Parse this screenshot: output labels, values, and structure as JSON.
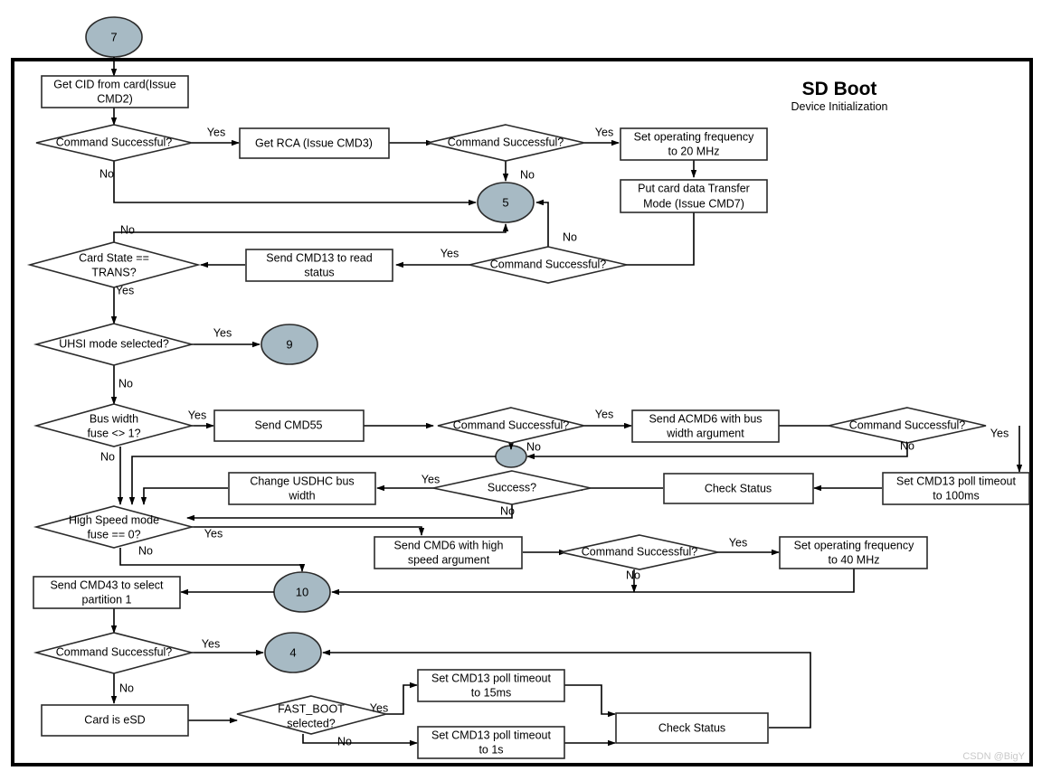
{
  "title": "SD Boot",
  "subtitle": "Device Initialization",
  "watermark": "CSDN @BigY",
  "colors": {
    "connector_fill": "#a7bac4",
    "stroke": "#2b2b2b",
    "frame": "#000000",
    "background": "#ffffff"
  },
  "connectors": [
    {
      "id": "c7",
      "label": "7"
    },
    {
      "id": "c5",
      "label": "5"
    },
    {
      "id": "c9",
      "label": "9"
    },
    {
      "id": "cdot",
      "label": ""
    },
    {
      "id": "c10",
      "label": "10"
    },
    {
      "id": "c4",
      "label": "4"
    }
  ],
  "nodes": [
    {
      "id": "n_get_cid",
      "type": "process",
      "line1": "Get CID from card(Issue",
      "line2": "CMD2)"
    },
    {
      "id": "n_cmd_ok_1",
      "type": "decision",
      "line1": "Command Successful?",
      "line2": ""
    },
    {
      "id": "n_get_rca",
      "type": "process",
      "line1": "Get RCA (Issue CMD3)",
      "line2": ""
    },
    {
      "id": "n_cmd_ok_2",
      "type": "decision",
      "line1": "Command Successful?",
      "line2": ""
    },
    {
      "id": "n_set_freq_20",
      "type": "process",
      "line1": "Set operating frequency",
      "line2": "to 20 MHz"
    },
    {
      "id": "n_transfer_mode",
      "type": "process",
      "line1": "Put card data Transfer",
      "line2": "Mode (Issue CMD7)"
    },
    {
      "id": "n_cmd_ok_3",
      "type": "decision",
      "line1": "Command Successful?",
      "line2": ""
    },
    {
      "id": "n_send_cmd13",
      "type": "process",
      "line1": "Send CMD13 to read",
      "line2": "status"
    },
    {
      "id": "n_card_state",
      "type": "decision",
      "line1": "Card State ==",
      "line2": "TRANS?"
    },
    {
      "id": "n_uhsi",
      "type": "decision",
      "line1": "UHSI mode selected?",
      "line2": ""
    },
    {
      "id": "n_bus_width",
      "type": "decision",
      "line1": "Bus width",
      "line2": "fuse <> 1?"
    },
    {
      "id": "n_send_cmd55",
      "type": "process",
      "line1": "Send CMD55",
      "line2": ""
    },
    {
      "id": "n_cmd_ok_4",
      "type": "decision",
      "line1": "Command Successful?",
      "line2": ""
    },
    {
      "id": "n_send_acmd6",
      "type": "process",
      "line1": "Send ACMD6 with bus",
      "line2": "width argument"
    },
    {
      "id": "n_cmd_ok_5",
      "type": "decision",
      "line1": "Command Successful?",
      "line2": ""
    },
    {
      "id": "n_poll_100ms",
      "type": "process",
      "line1": "Set CMD13 poll timeout",
      "line2": "to 100ms"
    },
    {
      "id": "n_check_status_1",
      "type": "process",
      "line1": "Check Status",
      "line2": ""
    },
    {
      "id": "n_success",
      "type": "decision",
      "line1": "Success?",
      "line2": ""
    },
    {
      "id": "n_change_usdhc",
      "type": "process",
      "line1": "Change USDHC bus",
      "line2": "width"
    },
    {
      "id": "n_high_speed",
      "type": "decision",
      "line1": "High Speed mode",
      "line2": "fuse == 0?"
    },
    {
      "id": "n_send_cmd6",
      "type": "process",
      "line1": "Send CMD6 with high",
      "line2": "speed argument"
    },
    {
      "id": "n_cmd_ok_6",
      "type": "decision",
      "line1": "Command Successful?",
      "line2": ""
    },
    {
      "id": "n_set_freq_40",
      "type": "process",
      "line1": "Set operating frequency",
      "line2": "to 40 MHz"
    },
    {
      "id": "n_send_cmd43",
      "type": "process",
      "line1": "Send CMD43 to select",
      "line2": "partition 1"
    },
    {
      "id": "n_cmd_ok_7",
      "type": "decision",
      "line1": "Command Successful?",
      "line2": ""
    },
    {
      "id": "n_card_esd",
      "type": "process",
      "line1": "Card is eSD",
      "line2": ""
    },
    {
      "id": "n_fast_boot",
      "type": "decision",
      "line1": "FAST_BOOT",
      "line2": "selected?"
    },
    {
      "id": "n_poll_15ms",
      "type": "process",
      "line1": "Set CMD13 poll timeout",
      "line2": "to 15ms"
    },
    {
      "id": "n_poll_1s",
      "type": "process",
      "line1": "Set CMD13 poll timeout",
      "line2": "to 1s"
    },
    {
      "id": "n_check_status_2",
      "type": "process",
      "line1": "Check Status",
      "line2": ""
    }
  ],
  "edge_labels": [
    {
      "id": "e1",
      "text": "Yes"
    },
    {
      "id": "e2",
      "text": "No"
    },
    {
      "id": "e3",
      "text": "Yes"
    },
    {
      "id": "e4",
      "text": "No"
    },
    {
      "id": "e5",
      "text": "No"
    },
    {
      "id": "e6",
      "text": "Yes"
    },
    {
      "id": "e7",
      "text": "No"
    },
    {
      "id": "e8",
      "text": "Yes"
    },
    {
      "id": "e9",
      "text": "Yes"
    },
    {
      "id": "e10",
      "text": "No"
    },
    {
      "id": "e11",
      "text": "Yes"
    },
    {
      "id": "e12",
      "text": "No"
    },
    {
      "id": "e13",
      "text": "Yes"
    },
    {
      "id": "e14",
      "text": "No"
    },
    {
      "id": "e15",
      "text": "Yes"
    },
    {
      "id": "e16",
      "text": "No"
    },
    {
      "id": "e17",
      "text": "Yes"
    },
    {
      "id": "e18",
      "text": "No"
    },
    {
      "id": "e19",
      "text": "Yes"
    },
    {
      "id": "e20",
      "text": "No"
    },
    {
      "id": "e21",
      "text": "No"
    },
    {
      "id": "e22",
      "text": "Yes"
    },
    {
      "id": "e23",
      "text": "Yes"
    },
    {
      "id": "e24",
      "text": "No"
    }
  ]
}
